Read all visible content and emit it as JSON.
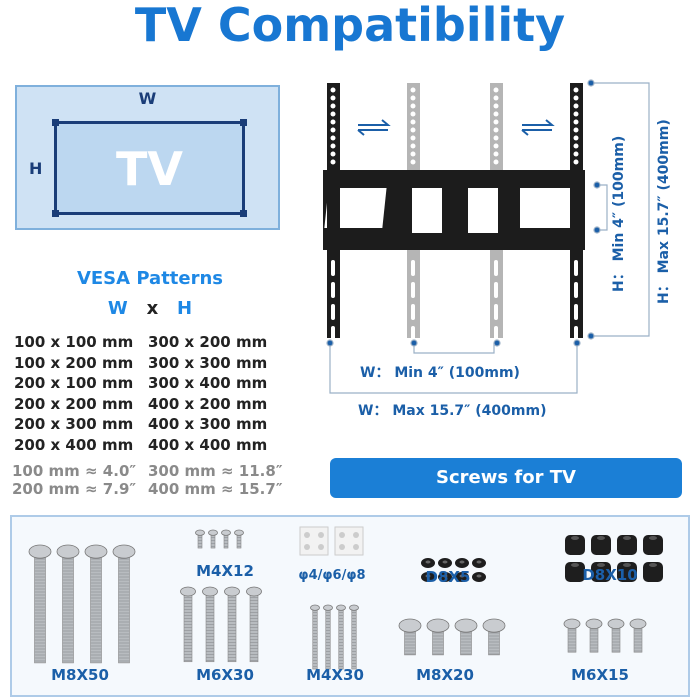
{
  "title": "TV Compatibility",
  "tv_diagram": {
    "label": "TV",
    "width_label": "W",
    "height_label": "H"
  },
  "vesa": {
    "title": "VESA Patterns",
    "w": "W",
    "x": "x",
    "h": "H",
    "left": [
      "100 x 100 mm",
      "100 x 200 mm",
      "200 x 100 mm",
      "200 x 200 mm",
      "200 x 300 mm",
      "200 x 400 mm"
    ],
    "right": [
      "300 x 200 mm",
      "300 x 300 mm",
      "300 x 400 mm",
      "400 x 200 mm",
      "400 x 300 mm",
      "400 x 400 mm"
    ],
    "conversions_left": [
      "100 mm ≈ 4.0″",
      "200 mm ≈ 7.9″"
    ],
    "conversions_right": [
      "300 mm ≈ 11.8″",
      "400 mm ≈ 15.7″"
    ]
  },
  "mount": {
    "w_min": "W： Min 4″ (100mm)",
    "w_max": "W： Max 15.7″ (400mm)",
    "h_min": "H： Min 4″ (100mm)",
    "h_max": "H： Max 15.7″ (400mm)"
  },
  "screws": {
    "header": "Screws for TV",
    "items": [
      "M8X50",
      "M4X12",
      "M6X30",
      "φ4/φ6/φ8",
      "M4X30",
      "D8X5",
      "M8X20",
      "D8X10",
      "M6X15"
    ]
  },
  "colors": {
    "accent": "#1877d2",
    "dark_blue": "#1b5fa8",
    "panel_border": "#aecbe8"
  }
}
